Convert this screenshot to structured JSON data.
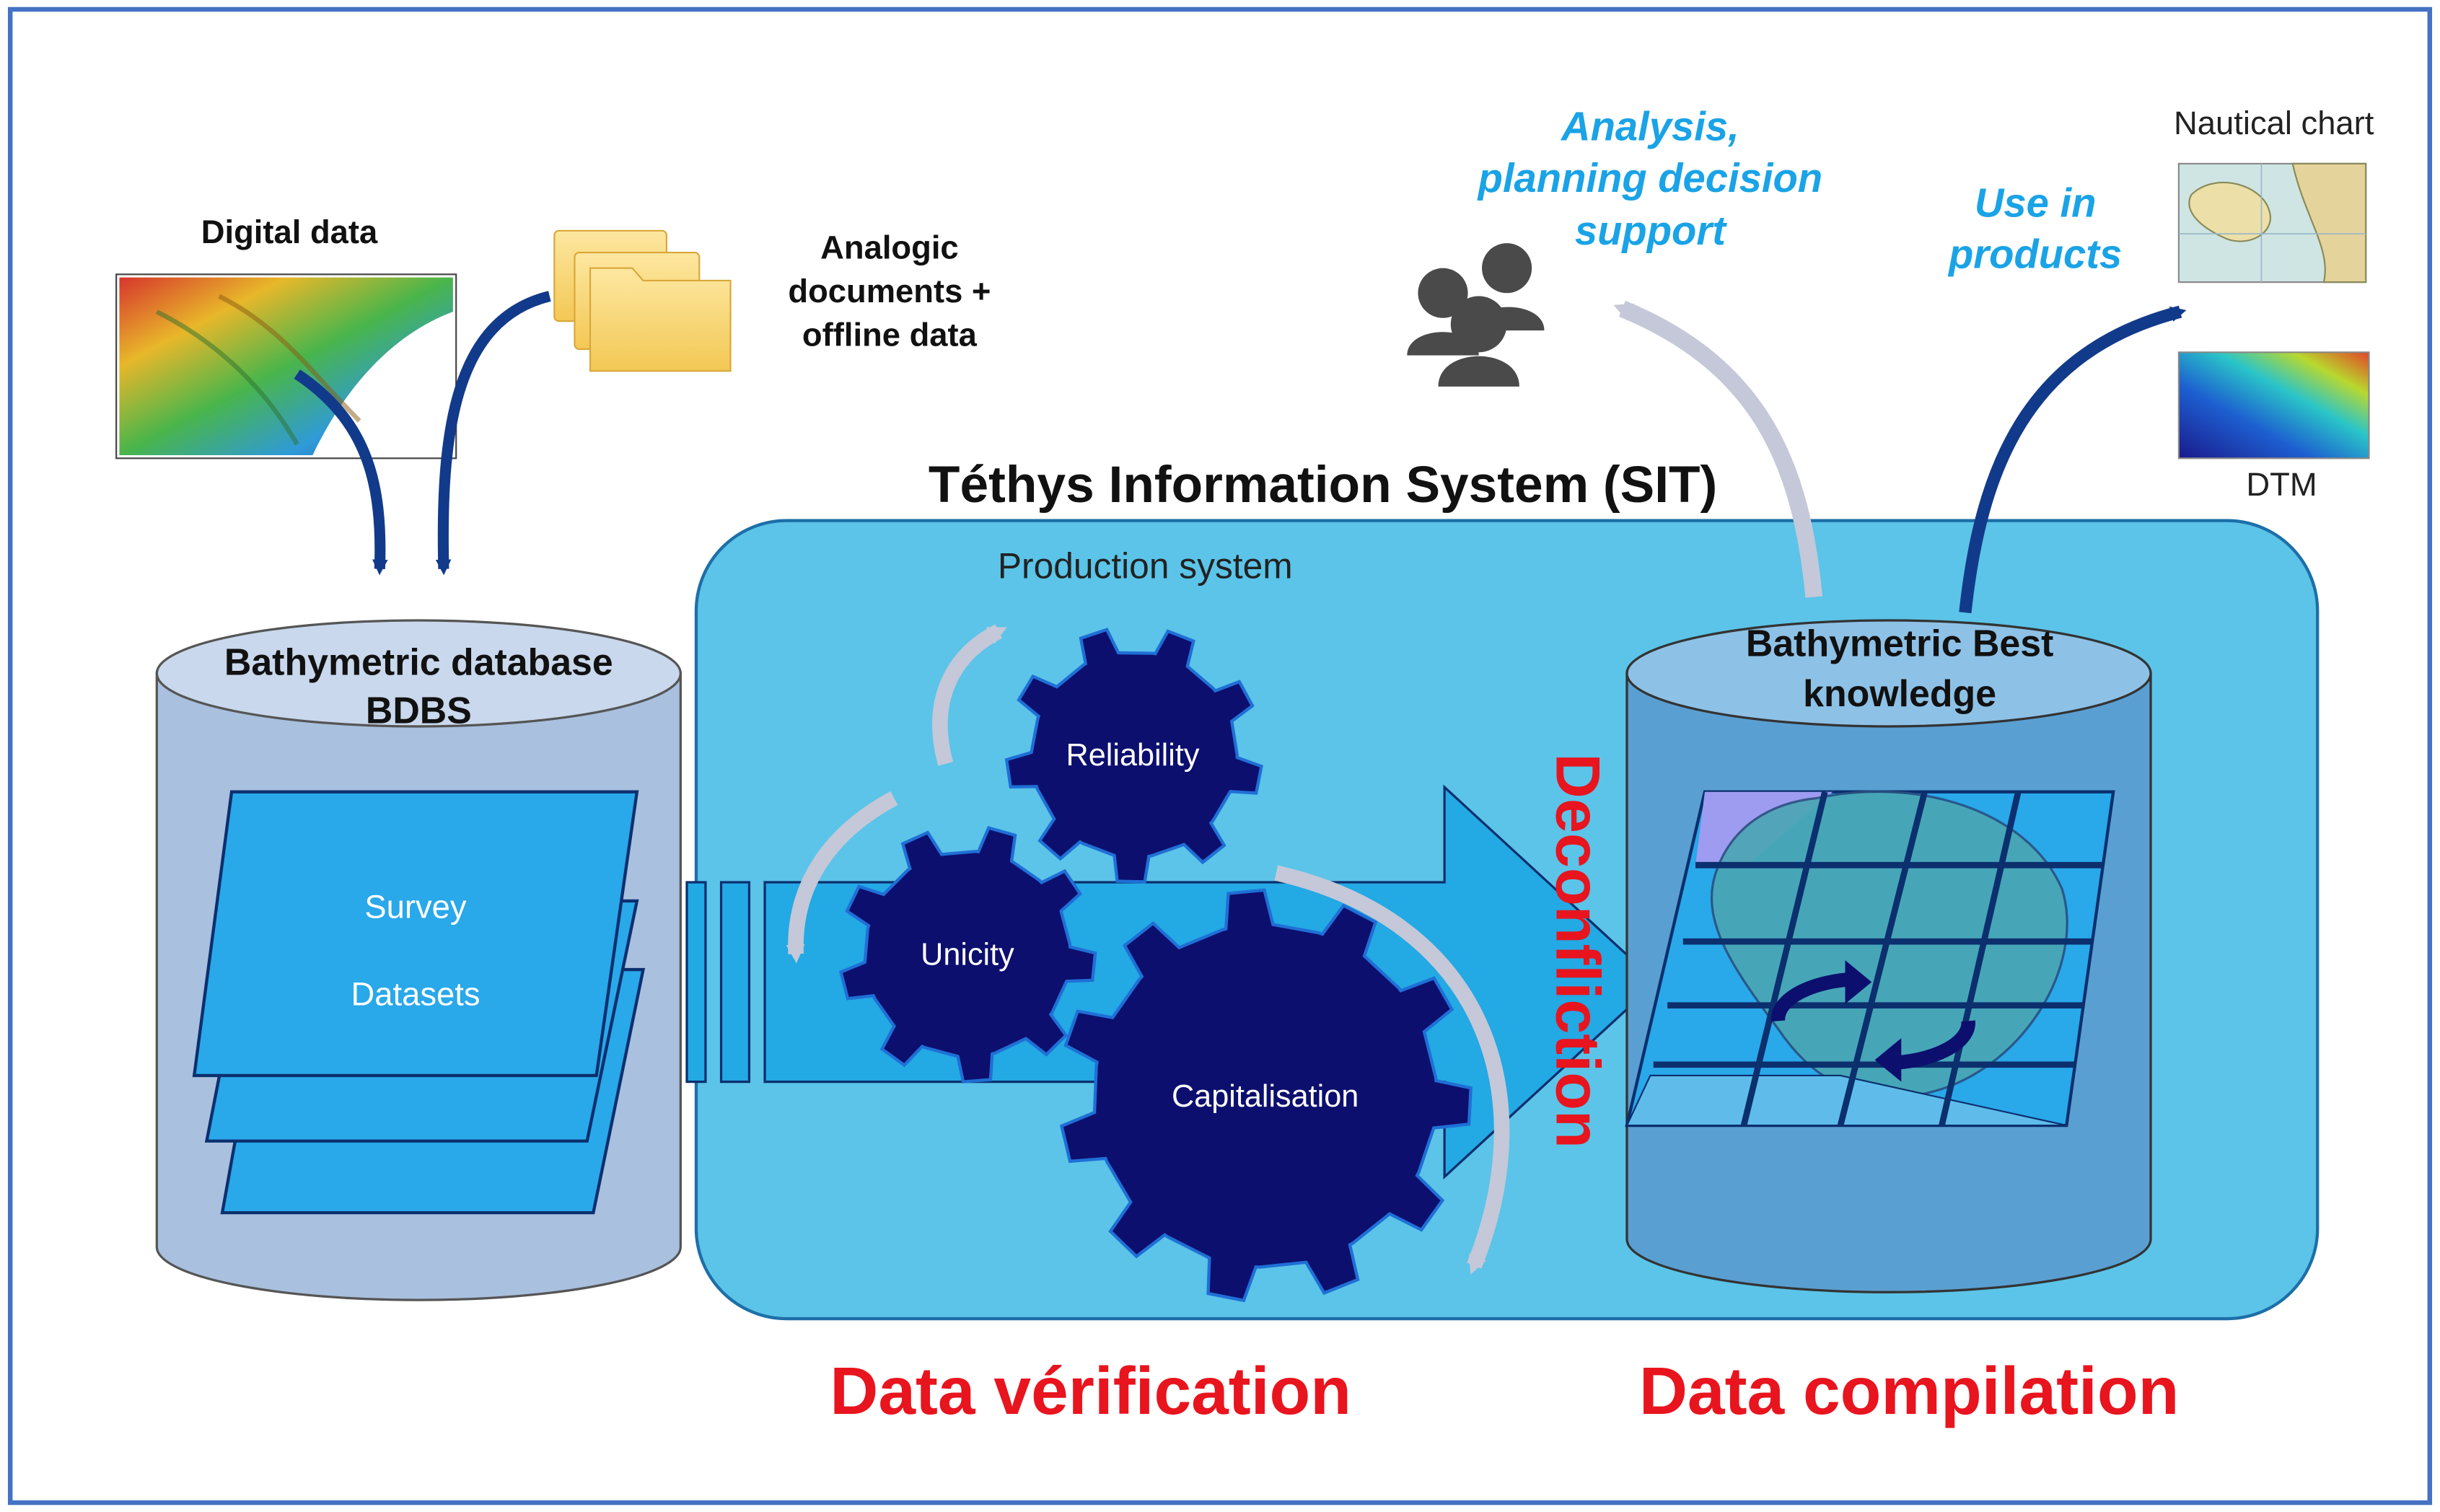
{
  "sources": {
    "digital_data": "Digital data",
    "analogic_line1": "Analogic",
    "analogic_line2": "documents +",
    "analogic_line3": "offline data"
  },
  "database": {
    "title_line1": "Bathymetric database",
    "title_line2": "BDBS",
    "stack_line1": "Survey",
    "stack_line2": "Datasets"
  },
  "system": {
    "title": "Téthys Information System (SIT)",
    "subtitle": "Production system"
  },
  "gears": {
    "reliability": "Reliability",
    "unicity": "Unicity",
    "capitalisation": "Capitalisation"
  },
  "deconfliction": "Deconfliction",
  "best_knowledge": {
    "line1": "Bathymetric Best",
    "line2": "knowledge"
  },
  "outputs": {
    "analysis_line1": "Analysis,",
    "analysis_line2": "planning decision",
    "analysis_line3": "support",
    "use_line1": "Use in",
    "use_line2": "products",
    "nautical_chart": "Nautical chart",
    "dtm": "DTM"
  },
  "phases": {
    "verification": "Data vérification",
    "compilation": "Data compilation"
  },
  "colors": {
    "frame": "#4472c4",
    "system_fill": "#5bc4e8",
    "cylinder_left": "#a9c0de",
    "cylinder_right": "#5a9fd1",
    "gear": "#0c0f6e",
    "arrow_dark": "#123a8a",
    "arrow_grey": "#c4c8d8",
    "red": "#e8141e",
    "cyan_text": "#1aa3e6"
  }
}
